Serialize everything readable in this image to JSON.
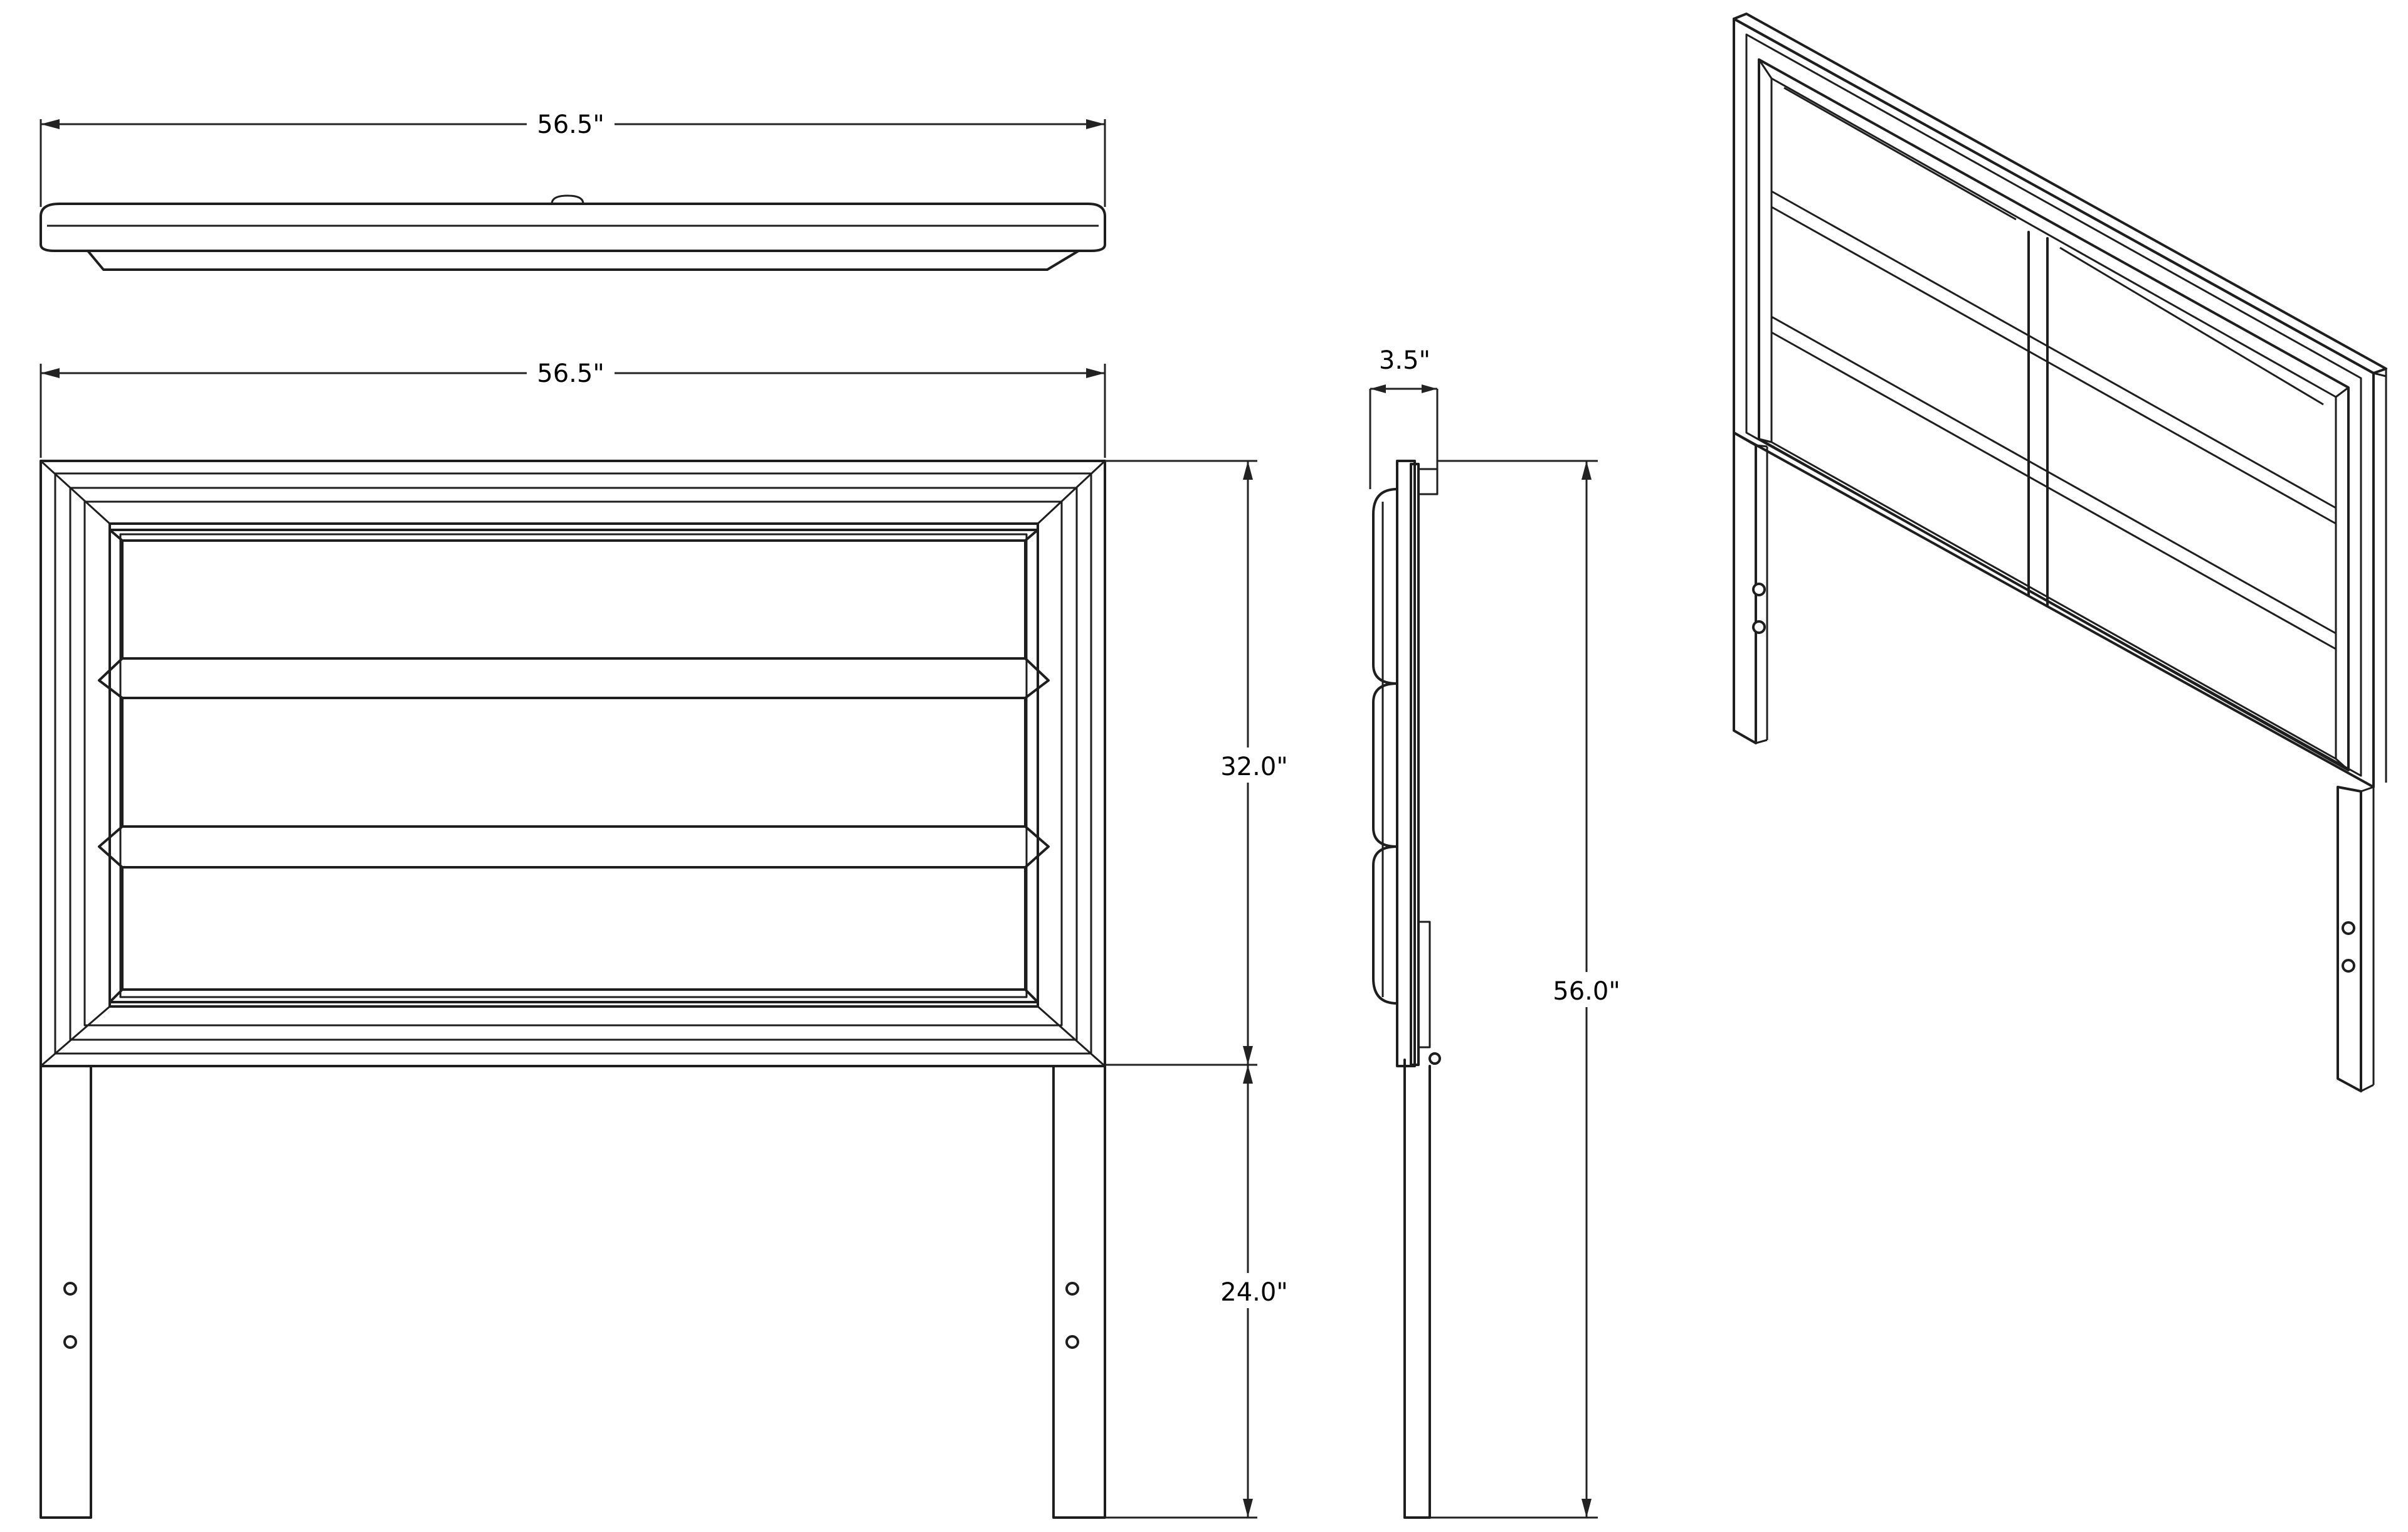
{
  "drawing": {
    "top_view": {
      "width_label": "56.5\""
    },
    "front_view": {
      "width_label": "56.5\"",
      "panel_height_label": "32.0\"",
      "leg_height_label": "24.0\""
    },
    "side_view": {
      "depth_label": "3.5\"",
      "total_height_label": "56.0\""
    }
  },
  "colors": {
    "line": "#1e1e1e",
    "background": "#ffffff"
  }
}
